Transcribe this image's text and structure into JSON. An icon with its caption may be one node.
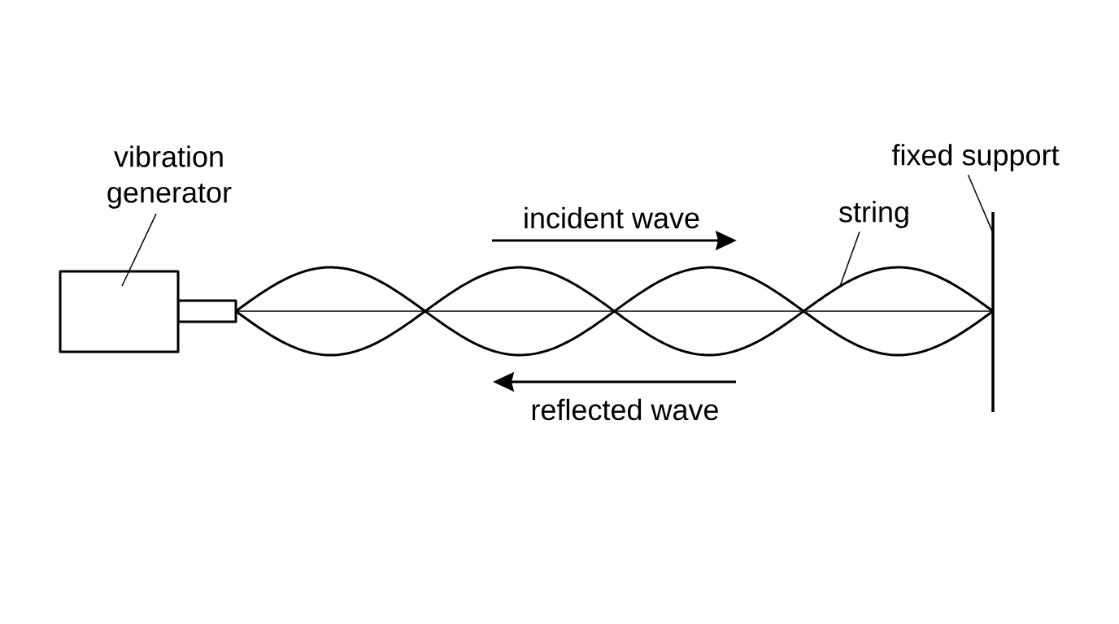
{
  "diagram": {
    "nodes": [
      {
        "text": [
          "vibration generator"
        ]
      },
      {
        "text": [],
        "shape": "box"
      },
      {
        "text": [
          "fixed support"
        ]
      },
      {
        "text": [],
        "shape": "bar"
      },
      {
        "text": [
          "string"
        ]
      }
    ],
    "edges": [
      {
        "from": 0,
        "to": 1,
        "arrow": "none"
      },
      {
        "from": 2,
        "to": 3,
        "arrow": "none"
      },
      {
        "from": 4,
        "to": null,
        "arrow": "none"
      }
    ],
    "labels": [
      "incident wave",
      "reflected wave"
    ]
  }
}
